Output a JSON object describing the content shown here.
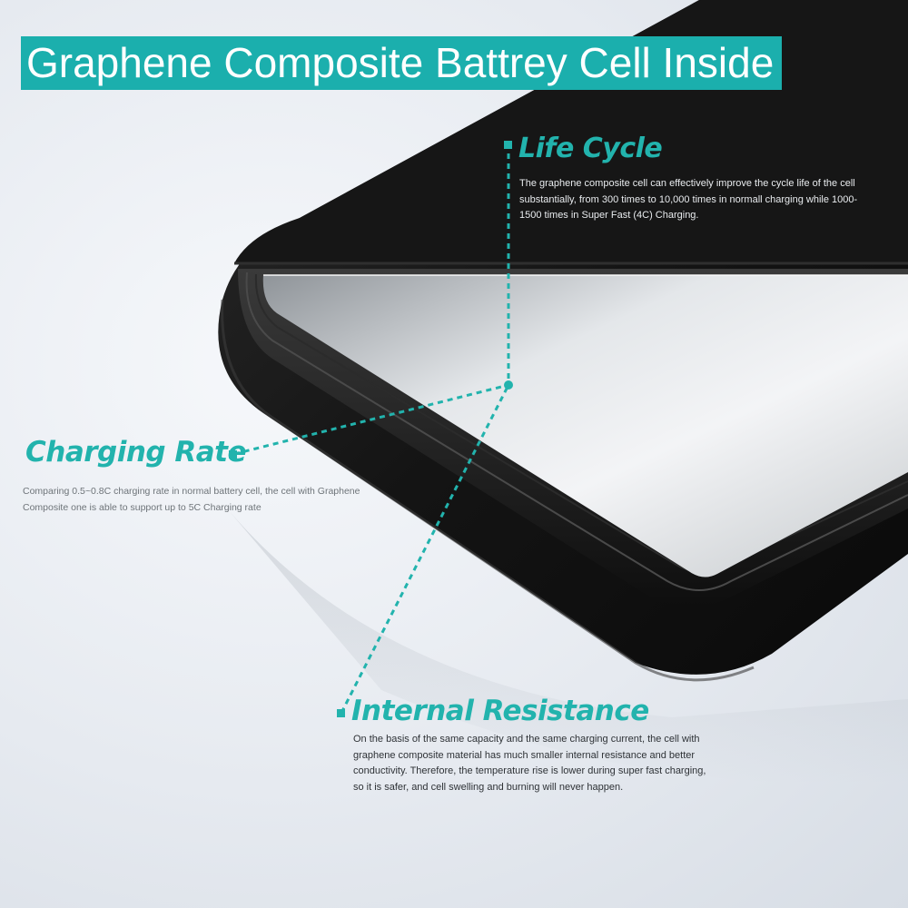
{
  "banner": {
    "title": "Graphene Composite Battrey Cell Inside"
  },
  "callouts": {
    "life_cycle": {
      "heading": "Life Cycle",
      "text": "The graphene composite cell can effectively improve the cycle life of the cell substantially, from 300 times to 10,000 times in normall charging while 1000-1500 times in Super Fast (4C) Charging."
    },
    "charging_rate": {
      "heading": "Charging Rate",
      "text": "Comparing 0.5~0.8C charging rate in normal battery cell, the cell with Graphene Composite one is able to support up to 5C Charging rate"
    },
    "internal_resistance": {
      "heading": "Internal Resistance",
      "text": "On the basis of the same capacity and the same charging current, the cell with graphene composite material has much smaller internal resistance and better conductivity. Therefore, the temperature rise is lower during super fast charging, so it is safer, and cell swelling and burning will never happen."
    }
  },
  "colors": {
    "accent": "#1bafad",
    "device_body": "#1a1a1a",
    "cell_surface": "#c9cdd1"
  }
}
